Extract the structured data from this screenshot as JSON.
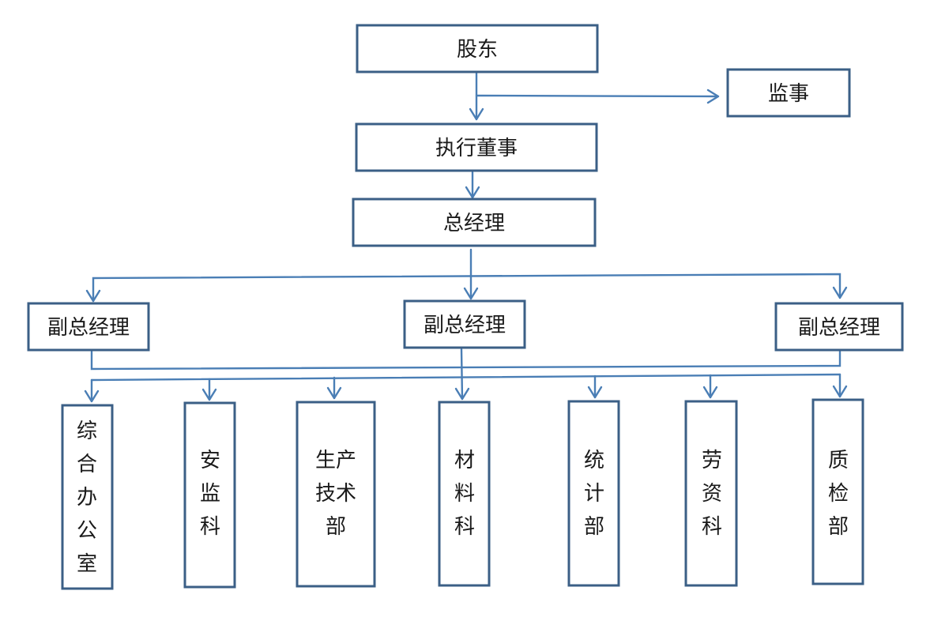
{
  "colors": {
    "box_border": "#3b5f86",
    "connector": "#4a7eb5",
    "text": "#1a1a1a",
    "background": "#ffffff"
  },
  "nodes": {
    "shareholders": "股东",
    "supervisor": "监事",
    "executive_director": "执行董事",
    "general_manager": "总经理",
    "deputy_gm_left": "副总经理",
    "deputy_gm_center": "副总经理",
    "deputy_gm_right": "副总经理"
  },
  "departments": [
    {
      "key": "general-office",
      "label": "综合办公室"
    },
    {
      "key": "safety-supervision",
      "label": "安监科"
    },
    {
      "key": "production-technology",
      "label": "生产技术部"
    },
    {
      "key": "materials",
      "label": "材料科"
    },
    {
      "key": "statistics",
      "label": "统计部"
    },
    {
      "key": "labor-wages",
      "label": "劳资科"
    },
    {
      "key": "quality-inspection",
      "label": "质检部"
    }
  ]
}
